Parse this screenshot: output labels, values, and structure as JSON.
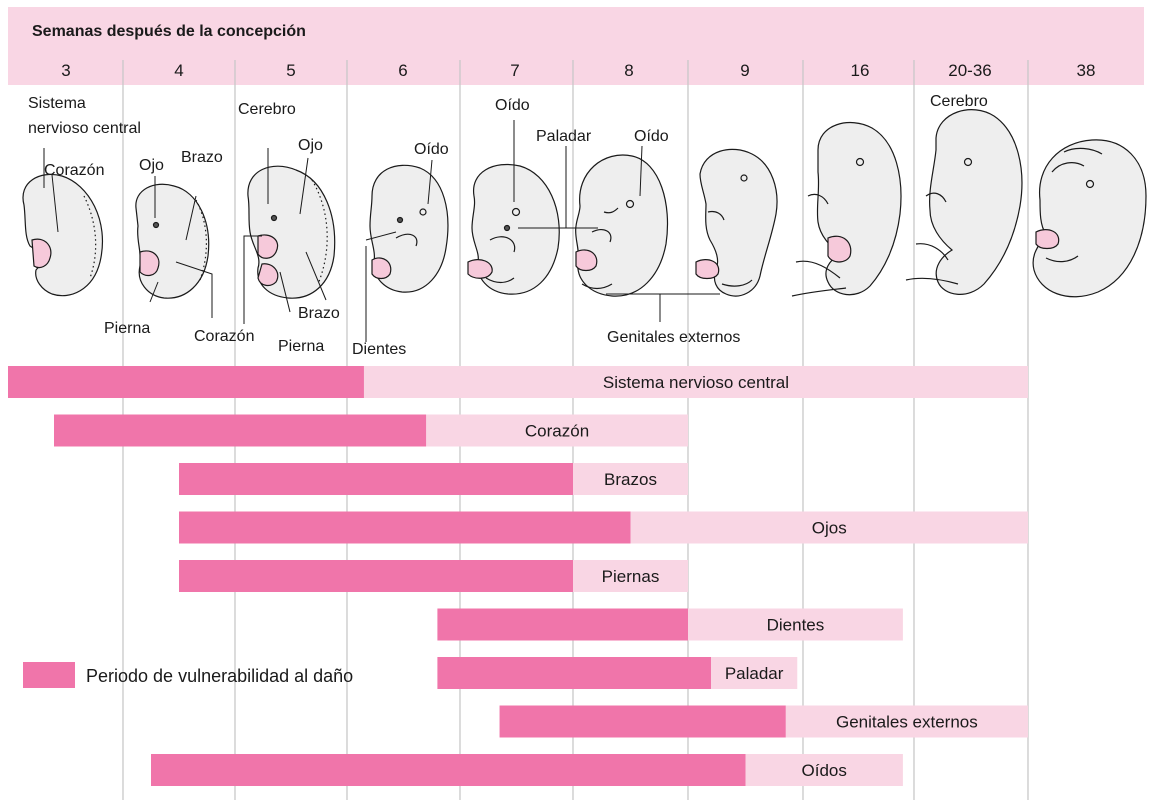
{
  "header": {
    "title": "Semanas después de la concepción",
    "weeks": [
      "3",
      "4",
      "5",
      "6",
      "7",
      "8",
      "9",
      "16",
      "20-36",
      "38"
    ]
  },
  "colors": {
    "header_band": "#f9d6e4",
    "critical": "#f075aa",
    "sensitive": "#f9d6e4",
    "grid": "#c8c8c8",
    "embryo_fill": "#eeeeee",
    "embryo_stroke": "#1a1a1a",
    "limb_bud": "#f6c9da"
  },
  "embryo_labels": {
    "sistema": "Sistema",
    "nervioso_central": "nervioso central",
    "corazon": "Corazón",
    "ojo": "Ojo",
    "brazo": "Brazo",
    "pierna": "Pierna",
    "cerebro": "Cerebro",
    "oido": "Oído",
    "paladar": "Paladar",
    "dientes": "Dientes",
    "genitales_externos": "Genitales externos"
  },
  "legend": {
    "critical_label": "Periodo de vulnerabilidad al daño"
  },
  "chart_data": {
    "type": "gantt",
    "x_unit": "semanas después de la concepción",
    "categories": [
      "3",
      "4",
      "5",
      "6",
      "7",
      "8",
      "9",
      "16",
      "20-36",
      "38"
    ],
    "series": [
      {
        "name": "Sistema nervioso central",
        "critical": [
          3.0,
          6.15
        ],
        "sensitive_end": 12.0
      },
      {
        "name": "Corazón",
        "critical": [
          3.4,
          6.7
        ],
        "sensitive_end": 9.0
      },
      {
        "name": "Brazos",
        "critical": [
          4.5,
          8.0
        ],
        "sensitive_end": 9.0
      },
      {
        "name": "Ojos",
        "critical": [
          4.5,
          8.5
        ],
        "sensitive_end": 12.0
      },
      {
        "name": "Piernas",
        "critical": [
          4.5,
          8.0
        ],
        "sensitive_end": 9.0
      },
      {
        "name": "Dientes",
        "critical": [
          6.8,
          9.0
        ],
        "sensitive_end": 10.9
      },
      {
        "name": "Paladar",
        "critical": [
          6.8,
          9.2
        ],
        "sensitive_end": 9.95
      },
      {
        "name": "Genitales externos",
        "critical": [
          7.35,
          9.85
        ],
        "sensitive_end": 12.0
      },
      {
        "name": "Oídos",
        "critical": [
          4.25,
          9.5
        ],
        "sensitive_end": 10.9
      }
    ]
  }
}
